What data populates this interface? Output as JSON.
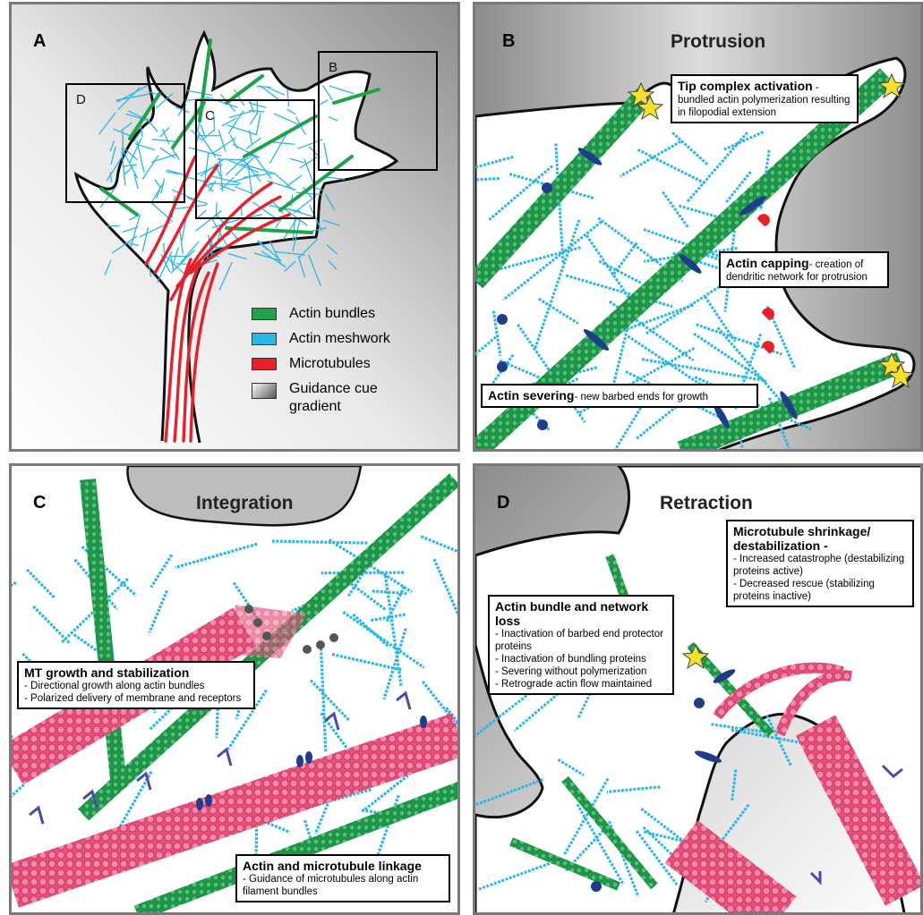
{
  "panels": {
    "a": {
      "letter": "A",
      "roi_labels": {
        "b": "B",
        "c": "C",
        "d": "D"
      },
      "legend": [
        {
          "label": "Actin bundles",
          "color": "#1fa34a"
        },
        {
          "label": "Actin meshwork",
          "color": "#29b6e8"
        },
        {
          "label": "Microtubules",
          "color": "#e8202a"
        },
        {
          "label": "Guidance cue gradient",
          "color": "gradient"
        }
      ]
    },
    "b": {
      "letter": "B",
      "title": "Protrusion",
      "tip": {
        "title": "Tip complex activation",
        "suffix": " -",
        "desc": "bundled actin polymerization resulting in filopodial extension"
      },
      "capping": {
        "title": "Actin capping",
        "desc": "- creation of dendritic network for protrusion"
      },
      "severing": {
        "title": "Actin severing",
        "desc": "- new barbed ends for growth"
      }
    },
    "c": {
      "letter": "C",
      "title": "Integration",
      "mt_growth": {
        "title": "MT growth and stabilization",
        "lines": [
          "- Directional growth along actin bundles",
          "- Polarized delivery of membrane and receptors"
        ]
      },
      "linkage": {
        "title": "Actin and microtubule linkage",
        "lines": [
          "- Guidance of microtubules along actin filament bundles"
        ]
      }
    },
    "d": {
      "letter": "D",
      "title": "Retraction",
      "mt_shrink": {
        "title": "Microtubule shrinkage/ destabilization -",
        "lines": [
          "- Increased catastrophe (destabilizing proteins active)",
          "- Decreased rescue (stabilizing proteins inactive)"
        ]
      },
      "bundle_loss": {
        "title": "Actin bundle and network loss",
        "lines": [
          "- Inactivation of barbed end protector proteins",
          "- Inactivation of bundling proteins",
          "- Severing without polymerization",
          "- Retrograde actin flow maintained"
        ]
      }
    }
  },
  "colors": {
    "actin_bundle": "#1fa34a",
    "actin_mesh": "#29b6e8",
    "microtubule": "#f0608a",
    "capping": "#e8202a",
    "severing": "#1e3e8c",
    "star": "#f5e02a"
  }
}
